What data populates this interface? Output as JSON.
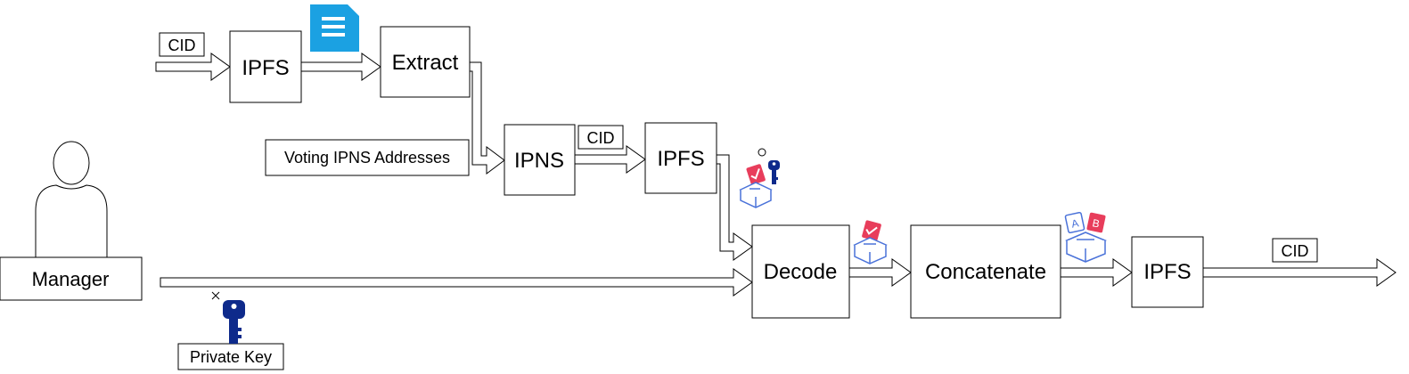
{
  "nodes": {
    "ipfs_top": "IPFS",
    "extract": "Extract",
    "ipns": "IPNS",
    "ipfs_mid": "IPFS",
    "decode": "Decode",
    "concatenate": "Concatenate",
    "ipfs_out": "IPFS",
    "manager": "Manager"
  },
  "labels": {
    "cid_input": "CID",
    "cid_mid": "CID",
    "cid_output": "CID",
    "voting_ipns": "Voting IPNS Addresses",
    "private_key": "Private Key"
  },
  "icons": {
    "document": "document-icon",
    "ballot_key": "ballot-box-key-icon",
    "ballot_single": "ballot-box-icon",
    "ballot_ab": "ballot-box-ab-icon",
    "key": "key-icon",
    "person": "person-icon"
  },
  "colors": {
    "document_blue": "#1BA1E2",
    "ballot_red": "#E83D5B",
    "ballot_blue": "#4A72D9",
    "key_navy": "#0E2A8B"
  }
}
